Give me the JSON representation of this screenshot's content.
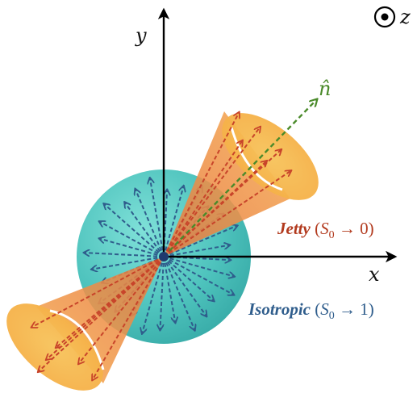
{
  "axes": {
    "x_label": "x",
    "y_label": "y",
    "z_label": "z",
    "n_label": "n̂"
  },
  "jetty": {
    "name": "Jetty",
    "open": " (",
    "sym": "S",
    "sub": "0",
    "rest": " → 0)",
    "color": "#b23a1e"
  },
  "isotropic": {
    "name": "Isotropic",
    "open": " (",
    "sym": "S",
    "sub": "0",
    "rest": " → 1)",
    "color": "#2f5d8c"
  },
  "colors": {
    "sphere": "#4ec3bd",
    "cone": "#f0a060",
    "cone_rim": "#f5c060",
    "jet_arrow": "#c8442a",
    "iso_arrow": "#2f5d8c",
    "n_arrow": "#4a8a2a",
    "axis": "#000000"
  },
  "icons": {
    "z_axis": "out-of-plane-dot-icon"
  }
}
